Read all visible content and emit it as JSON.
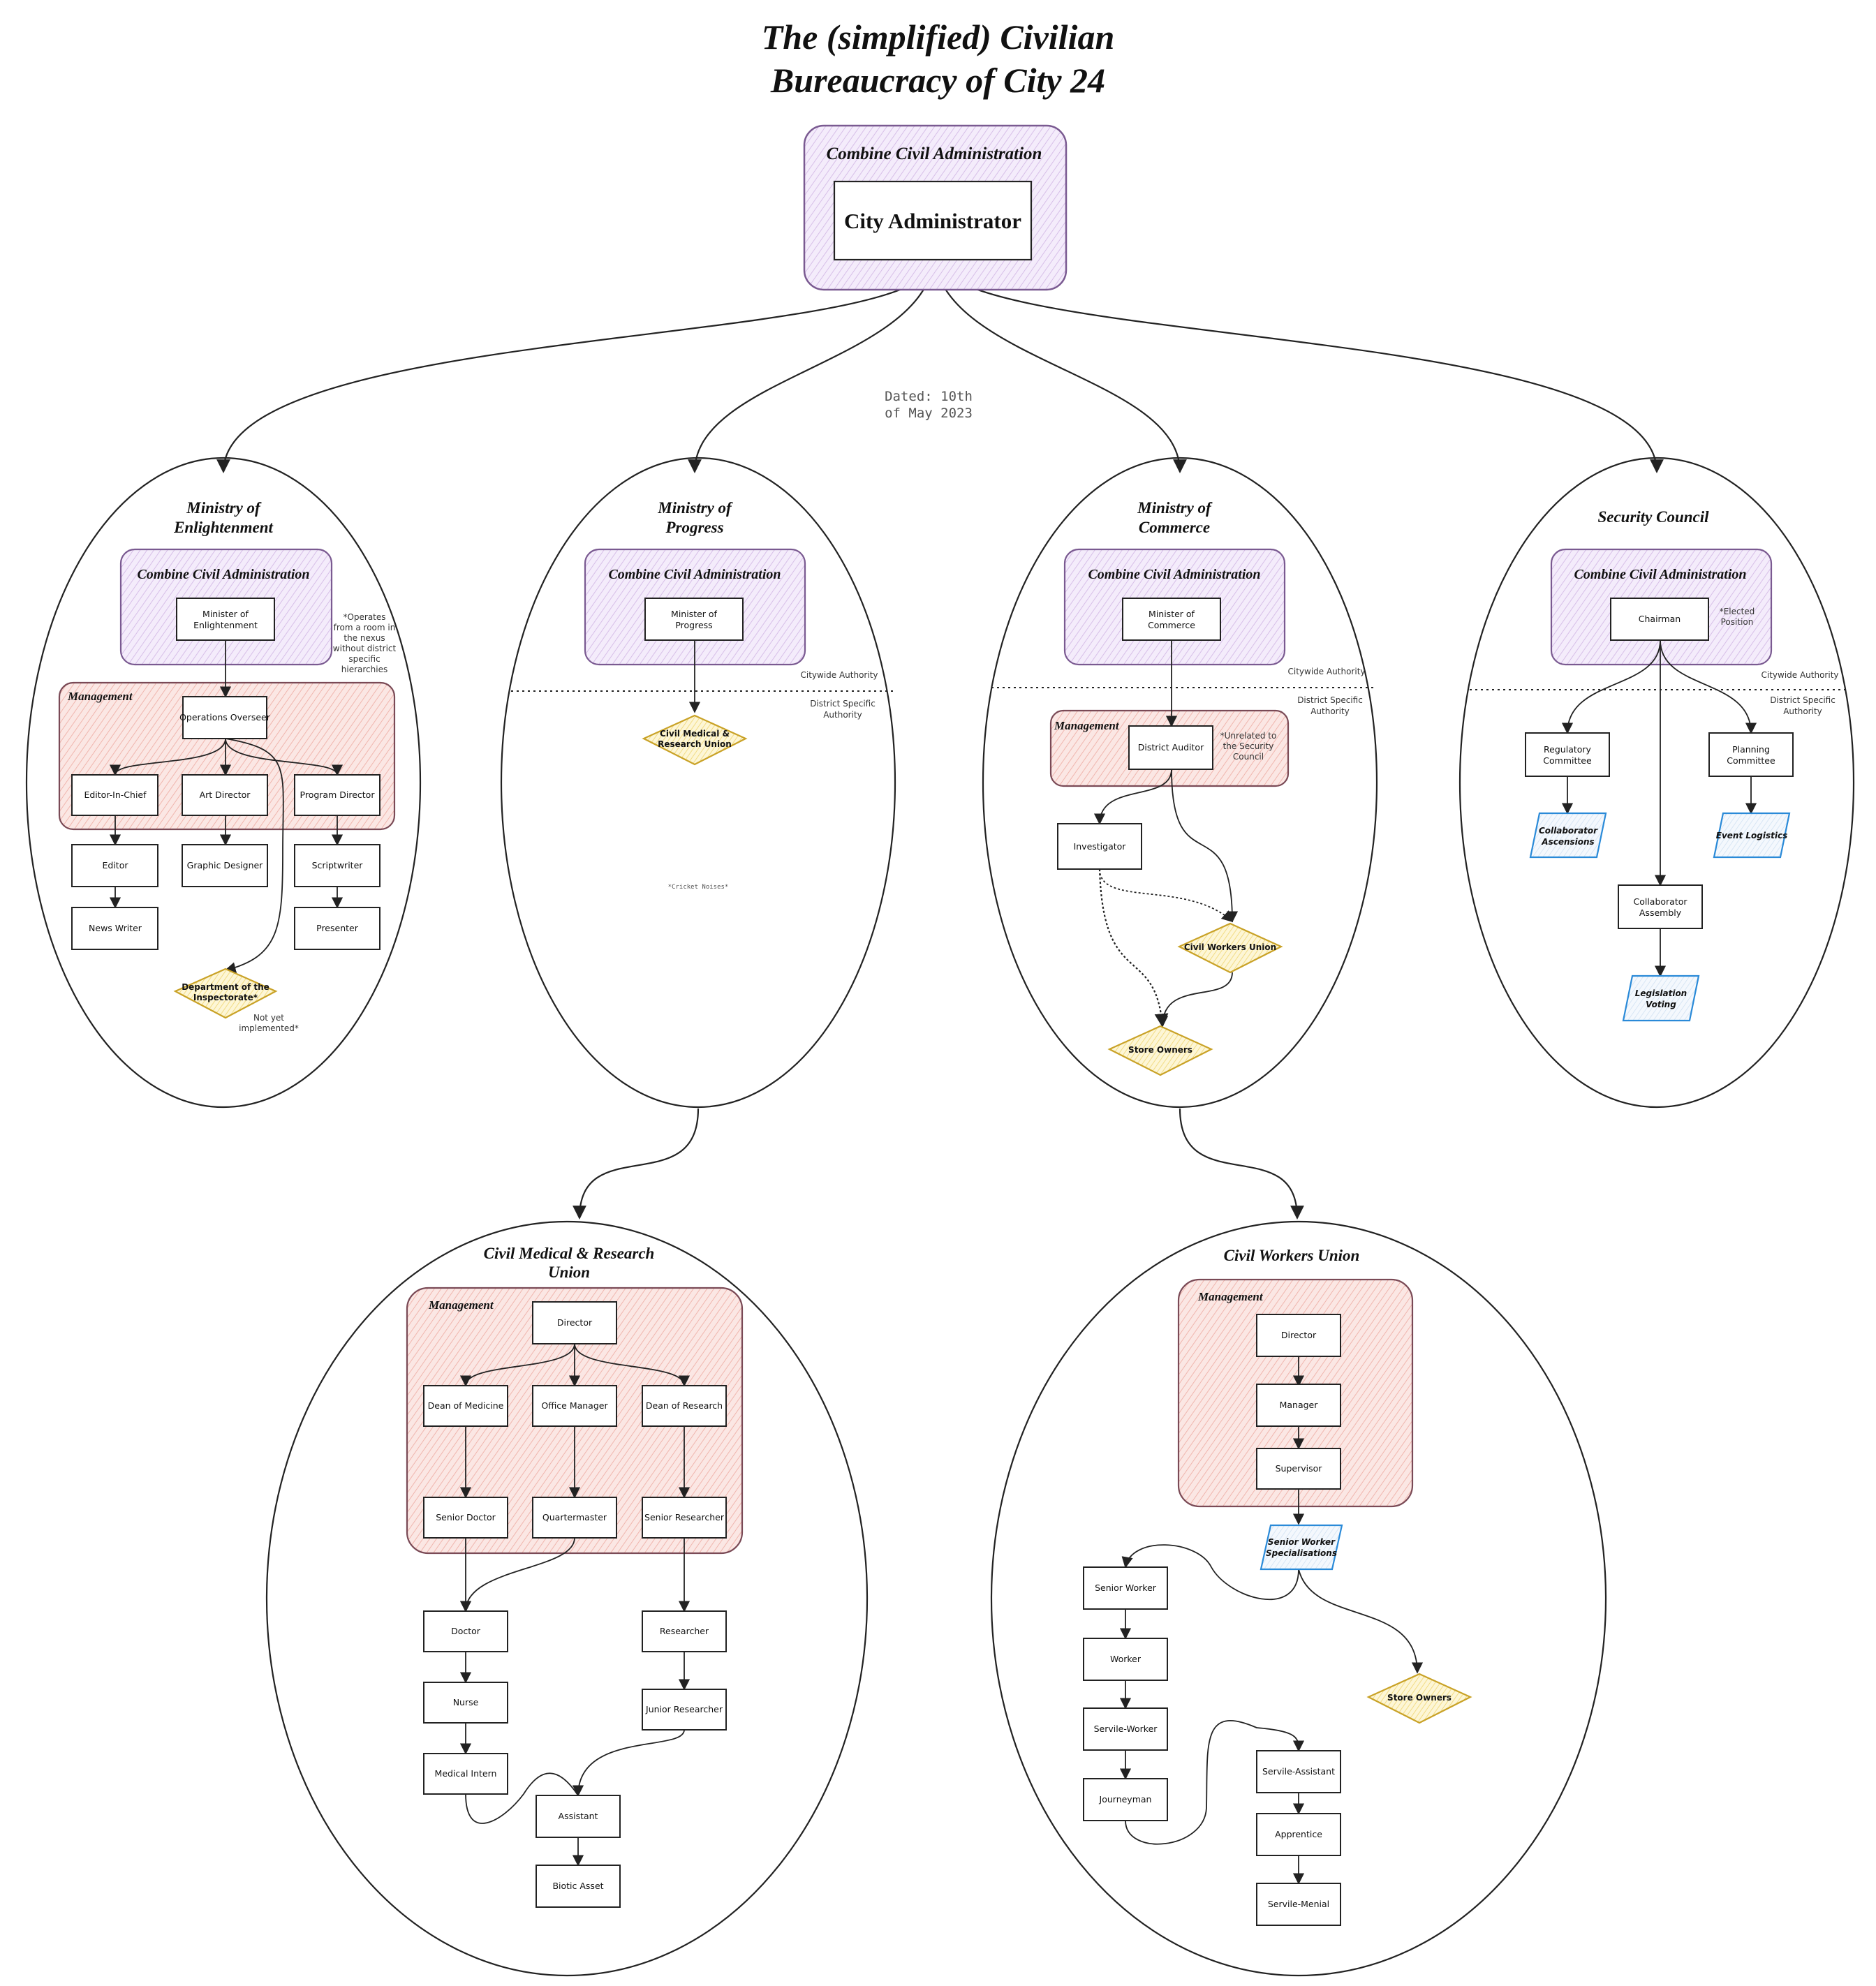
{
  "title": {
    "line1": "The (simplified) Civilian",
    "line2": "Bureaucracy of City 24"
  },
  "date_note": {
    "line1": "Dated: 10th",
    "line2": "of May 2023"
  },
  "top": {
    "group": "Combine Civil Administration",
    "head": "City Administrator"
  },
  "common": {
    "cca": "Combine Civil Administration",
    "management": "Management",
    "citywide": "Citywide Authority",
    "district": [
      "District Specific",
      "Authority"
    ]
  },
  "enlightenment": {
    "title": [
      "Ministry of",
      "Enlightenment"
    ],
    "minister": [
      "Minister of",
      "Enlightenment"
    ],
    "note": [
      "*Operates",
      "from a room in",
      "the nexus",
      "without district",
      "specific",
      "hierarchies"
    ],
    "overseer": "Operations Overseer",
    "editor_in_chief": "Editor-In-Chief",
    "art_director": "Art Director",
    "program_director": "Program Director",
    "editor": "Editor",
    "graphic_designer": "Graphic Designer",
    "scriptwriter": "Scriptwriter",
    "news_writer": "News Writer",
    "presenter": "Presenter",
    "inspectorate": [
      "Department of the",
      "Inspectorate*"
    ],
    "inspectorate_note": [
      "Not yet",
      "implemented*"
    ]
  },
  "progress": {
    "title": [
      "Ministry of",
      "Progress"
    ],
    "minister": [
      "Minister of",
      "Progress"
    ],
    "union": [
      "Civil Medical &",
      "Research Union"
    ],
    "cricket": "*Cricket Noises*"
  },
  "commerce": {
    "title": [
      "Ministry of",
      "Commerce"
    ],
    "minister": [
      "Minister of",
      "Commerce"
    ],
    "auditor": "District Auditor",
    "auditor_note": [
      "*Unrelated to",
      "the Security",
      "Council"
    ],
    "investigator": "Investigator",
    "union": "Civil Workers Union",
    "store_owners": "Store Owners"
  },
  "security": {
    "title": "Security Council",
    "chairman": "Chairman",
    "chairman_note": [
      "*Elected",
      "Position"
    ],
    "regulatory": [
      "Regulatory",
      "Committee"
    ],
    "planning": [
      "Planning",
      "Committee"
    ],
    "ascensions": [
      "Collaborator",
      "Ascensions"
    ],
    "logistics": "Event Logistics",
    "assembly": [
      "Collaborator",
      "Assembly"
    ],
    "voting": [
      "Legislation",
      "Voting"
    ]
  },
  "medical": {
    "title": [
      "Civil Medical & Research",
      "Union"
    ],
    "director": "Director",
    "dean_medicine": "Dean of Medicine",
    "office_manager": "Office Manager",
    "dean_research": "Dean of Research",
    "senior_doctor": "Senior Doctor",
    "quartermaster": "Quartermaster",
    "senior_researcher": "Senior Researcher",
    "doctor": "Doctor",
    "researcher": "Researcher",
    "nurse": "Nurse",
    "junior_researcher": "Junior Researcher",
    "medical_intern": "Medical Intern",
    "assistant": "Assistant",
    "biotic_asset": "Biotic Asset"
  },
  "workers": {
    "title": "Civil Workers Union",
    "director": "Director",
    "manager": "Manager",
    "supervisor": "Supervisor",
    "specialisations": [
      "Senior Worker",
      "Specialisations"
    ],
    "senior_worker": "Senior Worker",
    "worker": "Worker",
    "servile_worker": "Servile-Worker",
    "journeyman": "Journeyman",
    "servile_assistant": "Servile-Assistant",
    "apprentice": "Apprentice",
    "servile_menial": "Servile-Menial",
    "store_owners": "Store Owners"
  },
  "colors": {
    "purple_fill": "#f0e3fa",
    "purple_stroke": "#7a5a91",
    "red_fill": "#f9dcd8",
    "red_stroke": "#7a4a56",
    "yellow_fill": "#fdf3c8",
    "yellow_stroke": "#c9a227",
    "blue_stroke": "#2a8ad8"
  }
}
